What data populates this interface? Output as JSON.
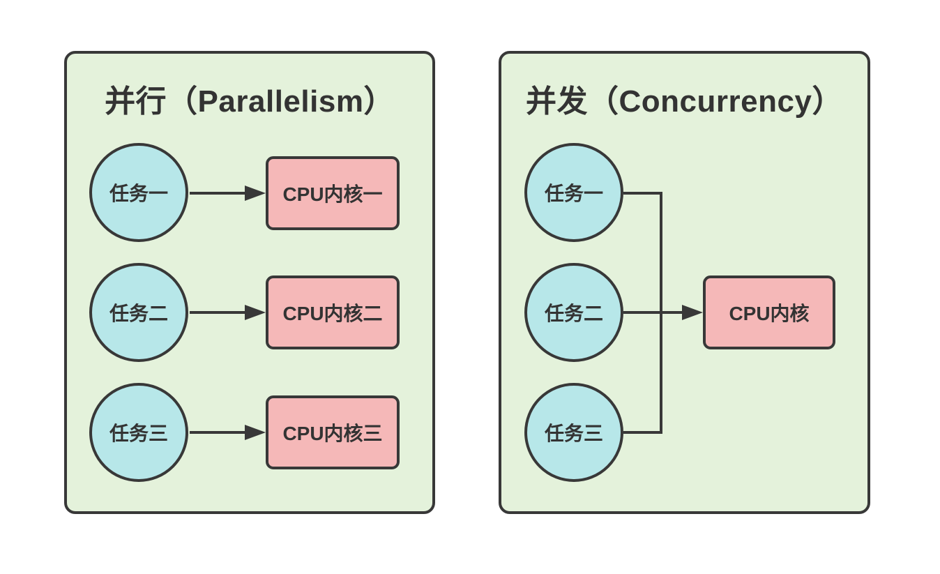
{
  "diagram": {
    "panels": [
      {
        "id": "parallelism",
        "title": "并行（Parallelism）",
        "tasks": [
          "任务一",
          "任务二",
          "任务三"
        ],
        "cores": [
          "CPU内核一",
          "CPU内核二",
          "CPU内核三"
        ],
        "edges": [
          {
            "from": "任务一",
            "to": "CPU内核一"
          },
          {
            "from": "任务二",
            "to": "CPU内核二"
          },
          {
            "from": "任务三",
            "to": "CPU内核三"
          }
        ]
      },
      {
        "id": "concurrency",
        "title": "并发（Concurrency）",
        "tasks": [
          "任务一",
          "任务二",
          "任务三"
        ],
        "cores": [
          "CPU内核"
        ],
        "edges": [
          {
            "from": "任务一",
            "to": "CPU内核"
          },
          {
            "from": "任务二",
            "to": "CPU内核"
          },
          {
            "from": "任务三",
            "to": "CPU内核"
          }
        ]
      }
    ],
    "colors": {
      "panel_fill": "#e4f2db",
      "task_fill": "#b7e7e9",
      "core_fill": "#f5b8b8",
      "stroke": "#383838",
      "text": "#333333",
      "page_bg": "#ffffff"
    }
  }
}
